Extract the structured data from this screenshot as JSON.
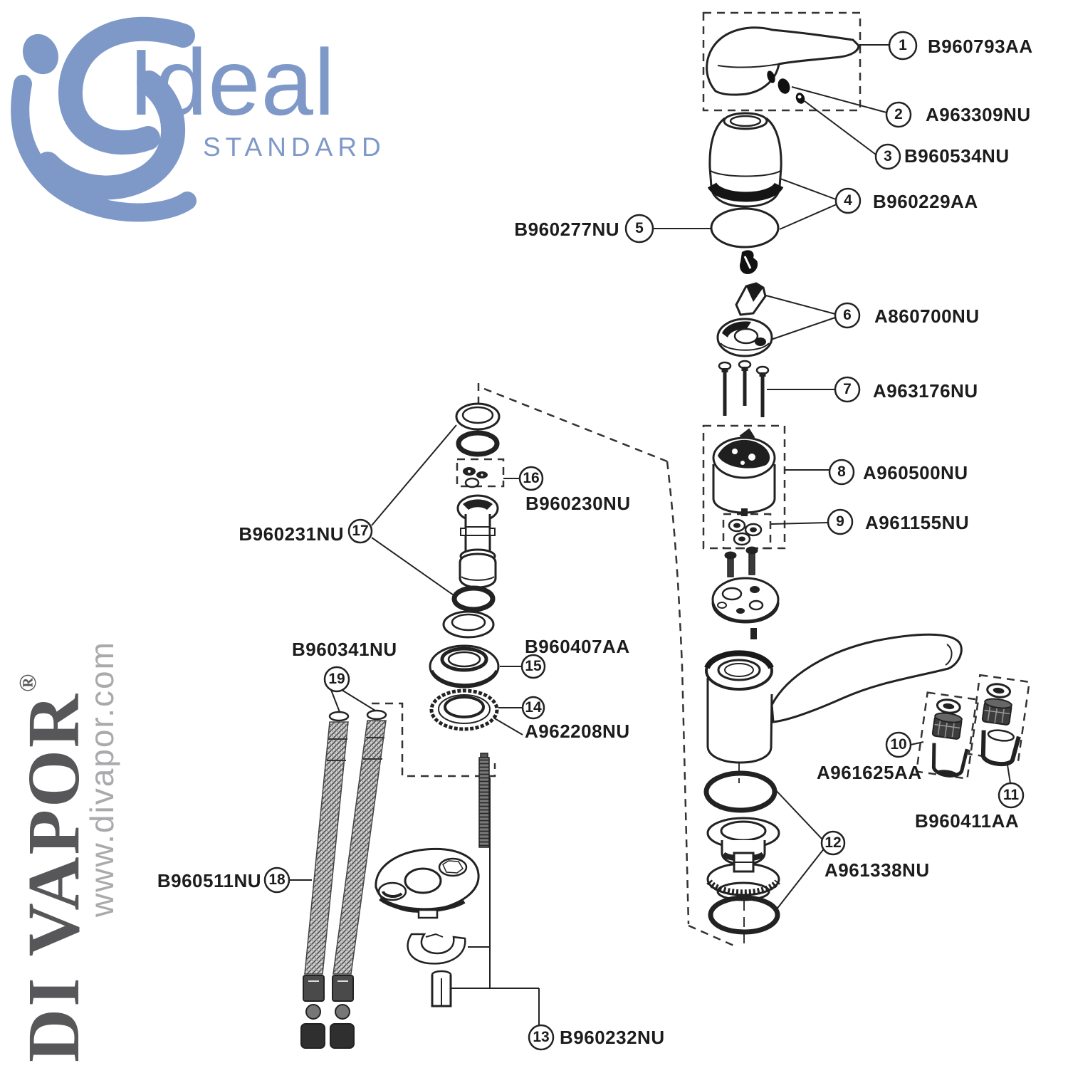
{
  "branding": {
    "name": "Ideal",
    "subname": "STANDARD",
    "color": "#7e98c8"
  },
  "watermark": {
    "brand": "DI VAPOR",
    "registered": "®",
    "url": "www.divapor.com",
    "brand_color": "#57575a",
    "url_color": "#aaaaac"
  },
  "diagram": {
    "description": "Exploded parts diagram of an Ideal Standard single lever mixer tap",
    "line_color": "#222222",
    "callouts": [
      {
        "num": "1",
        "part": "B960793AA"
      },
      {
        "num": "2",
        "part": "A963309NU"
      },
      {
        "num": "3",
        "part": "B960534NU"
      },
      {
        "num": "4",
        "part": "B960229AA"
      },
      {
        "num": "5",
        "part": "B960277NU"
      },
      {
        "num": "6",
        "part": "A860700NU"
      },
      {
        "num": "7",
        "part": "A963176NU"
      },
      {
        "num": "8",
        "part": "A960500NU"
      },
      {
        "num": "9",
        "part": "A961155NU"
      },
      {
        "num": "10",
        "part": "A961625AA"
      },
      {
        "num": "11",
        "part": "B960411AA"
      },
      {
        "num": "12",
        "part": "A961338NU"
      },
      {
        "num": "13",
        "part": "B960232NU"
      },
      {
        "num": "14",
        "part": "A962208NU"
      },
      {
        "num": "15",
        "part": "B960407AA"
      },
      {
        "num": "16",
        "part": "B960230NU"
      },
      {
        "num": "17",
        "part": "B960231NU"
      },
      {
        "num": "18",
        "part": "B960511NU"
      },
      {
        "num": "19",
        "part": "B960341NU"
      }
    ]
  }
}
